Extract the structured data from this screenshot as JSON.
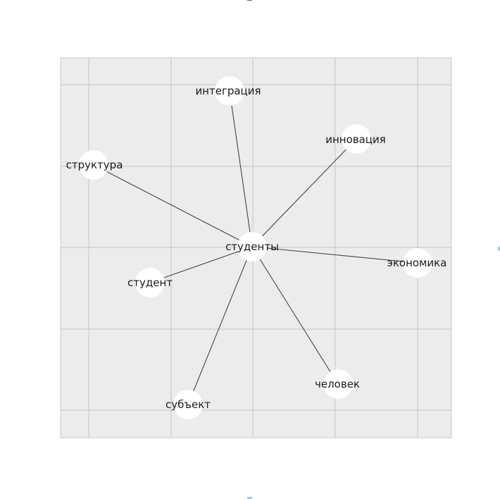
{
  "graph": {
    "center": "студенты",
    "nodes": [
      {
        "id": "студенты",
        "label": "студенты"
      },
      {
        "id": "интеграция",
        "label": "интеграция"
      },
      {
        "id": "инновация",
        "label": "инновация"
      },
      {
        "id": "структура",
        "label": "структура"
      },
      {
        "id": "студент",
        "label": "студент"
      },
      {
        "id": "экономика",
        "label": "экономика"
      },
      {
        "id": "человек",
        "label": "человек"
      },
      {
        "id": "субъект",
        "label": "субъект"
      }
    ],
    "edges": [
      {
        "source": "студенты",
        "target": "интеграция"
      },
      {
        "source": "студенты",
        "target": "инновация"
      },
      {
        "source": "студенты",
        "target": "структура"
      },
      {
        "source": "студенты",
        "target": "студент"
      },
      {
        "source": "студенты",
        "target": "экономика"
      },
      {
        "source": "студенты",
        "target": "человек"
      },
      {
        "source": "студенты",
        "target": "субъект"
      }
    ]
  },
  "colors": {
    "background": "#ffffff",
    "panel": "#ececec",
    "panel_border": "#c8c8c8",
    "grid": "#c4c4c4",
    "edge": "#444444",
    "node_fill": "#ffffff",
    "label": "#1a1a1a",
    "edge_marks": "#2f6fb5"
  }
}
